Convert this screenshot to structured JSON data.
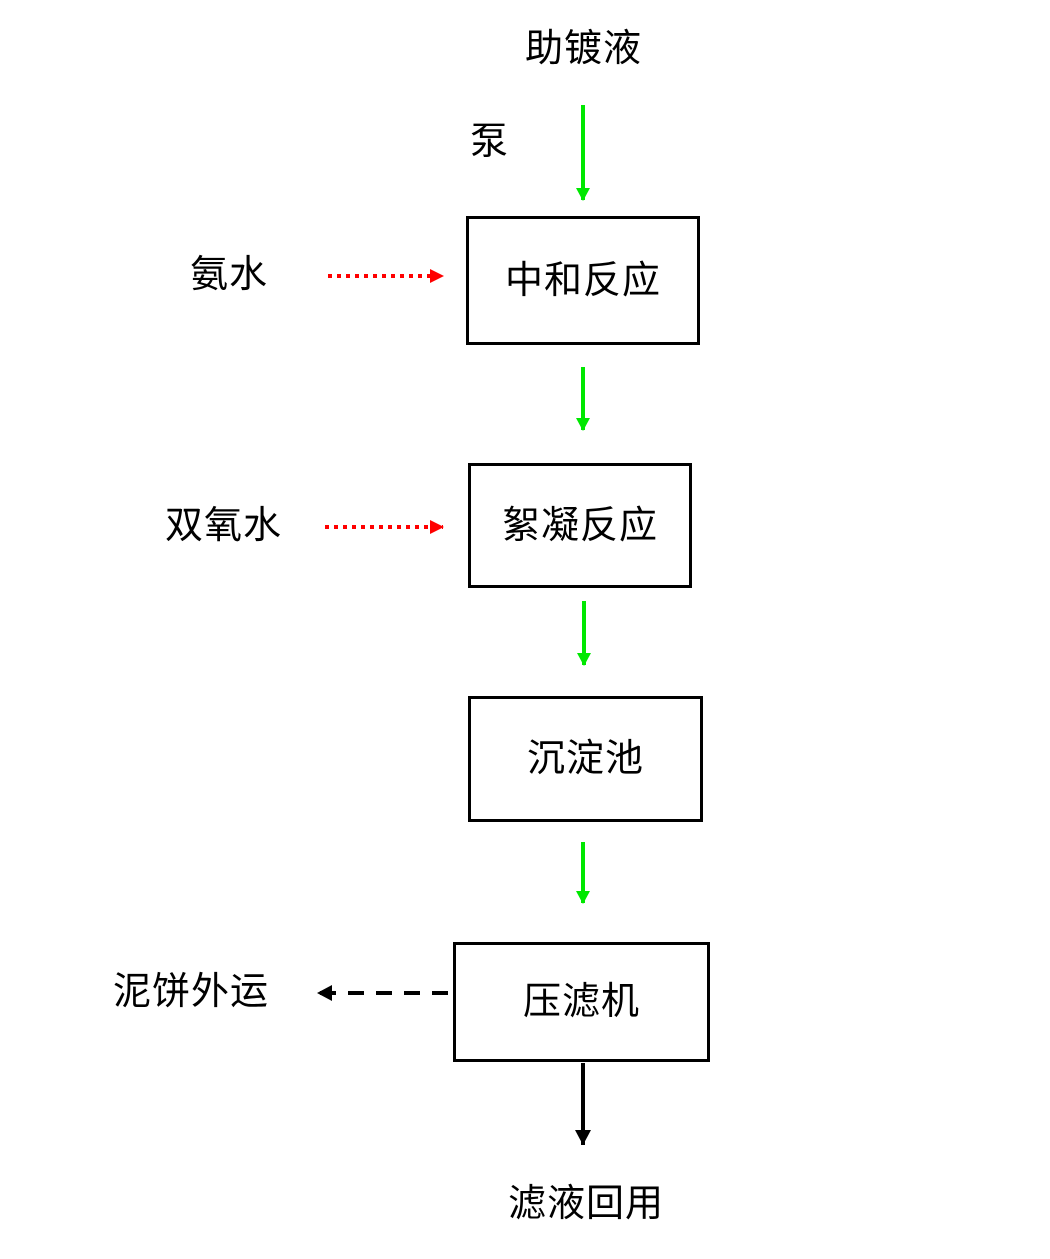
{
  "diagram": {
    "title": "助镀液",
    "type": "process-flow",
    "nodes": [
      {
        "id": "neutralization",
        "label": "中和反应"
      },
      {
        "id": "flocculation",
        "label": "絮凝反应"
      },
      {
        "id": "sedimentation",
        "label": "沉淀池"
      },
      {
        "id": "filter-press",
        "label": "压滤机"
      }
    ],
    "inputs": [
      {
        "id": "influent",
        "label": "助镀液"
      },
      {
        "id": "pump",
        "label": "泵"
      },
      {
        "id": "ammonia",
        "label": "氨水"
      },
      {
        "id": "hydrogen-peroxide",
        "label": "双氧水"
      }
    ],
    "outputs": [
      {
        "id": "mud-cake",
        "label": "泥饼外运"
      },
      {
        "id": "filtrate-reuse",
        "label": "滤液回用"
      }
    ],
    "edges": [
      {
        "from": "influent",
        "to": "neutralization",
        "style": "solid",
        "color": "#00e800",
        "direction": "down"
      },
      {
        "from": "ammonia",
        "to": "neutralization",
        "style": "dotted",
        "color": "#ff0000",
        "direction": "right"
      },
      {
        "from": "neutralization",
        "to": "flocculation",
        "style": "solid",
        "color": "#00e800",
        "direction": "down"
      },
      {
        "from": "hydrogen-peroxide",
        "to": "flocculation",
        "style": "dotted",
        "color": "#ff0000",
        "direction": "right"
      },
      {
        "from": "flocculation",
        "to": "sedimentation",
        "style": "solid",
        "color": "#00e800",
        "direction": "down"
      },
      {
        "from": "sedimentation",
        "to": "filter-press",
        "style": "solid",
        "color": "#00e800",
        "direction": "down"
      },
      {
        "from": "filter-press",
        "to": "mud-cake",
        "style": "dashed",
        "color": "#000000",
        "direction": "left"
      },
      {
        "from": "filter-press",
        "to": "filtrate-reuse",
        "style": "solid",
        "color": "#000000",
        "direction": "down"
      }
    ],
    "colors": {
      "flow_green": "#00e800",
      "dosing_red": "#ff0000",
      "line_black": "#000000",
      "box_border": "#000000",
      "background": "#ffffff"
    }
  }
}
